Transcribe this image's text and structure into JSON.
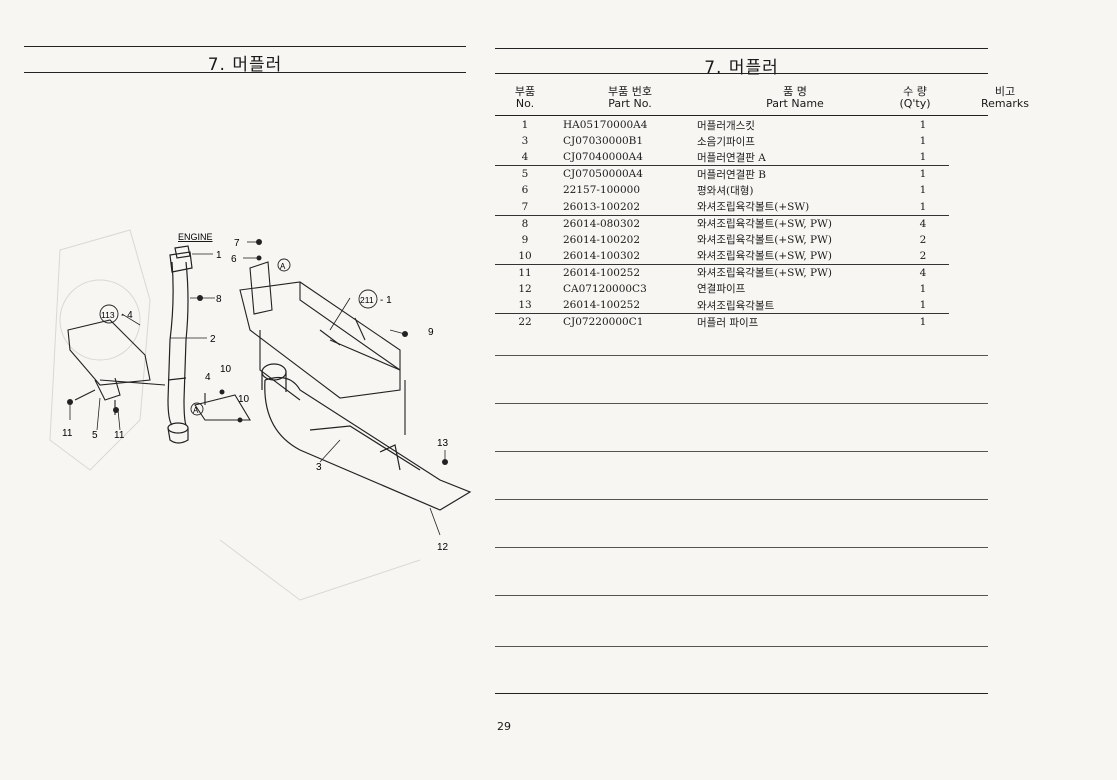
{
  "left_page": {
    "title": "7. 머플러",
    "callouts": {
      "engine": "ENGINE",
      "c1": "1",
      "c2": "2",
      "c3": "3",
      "c4": "4",
      "c5": "5",
      "c6": "6",
      "c7": "7",
      "c8": "8",
      "c9": "9",
      "c10a": "10",
      "c10b": "10",
      "c11a": "11",
      "c11b": "11",
      "c12": "12",
      "c13": "13",
      "ref113": "113",
      "ref113_suffix": "- 4",
      "ref211": "211",
      "ref211_suffix": "- 1",
      "markA": "A"
    }
  },
  "right_page": {
    "title": "7. 머플러",
    "headers": {
      "no_ko": "부품",
      "no_en": "No.",
      "part_ko": "부품  번호",
      "part_en": "Part   No.",
      "name_ko": "품          명",
      "name_en": "Part     Name",
      "qty_ko": "수  량",
      "qty_en": "(Q'ty)",
      "rem_ko": "비고",
      "rem_en": "Remarks"
    },
    "rows": [
      {
        "no": "1",
        "part": "HA05170000A4",
        "name": "머플러개스킷",
        "qty": "1"
      },
      {
        "no": "3",
        "part": "CJ07030000B1",
        "name": "소음기파이프",
        "qty": "1"
      },
      {
        "no": "4",
        "part": "CJ07040000A4",
        "name": "머플러연결판 A",
        "qty": "1"
      },
      {
        "no": "5",
        "part": "CJ07050000A4",
        "name": "머플러연결판 B",
        "qty": "1"
      },
      {
        "no": "6",
        "part": "22157-100000",
        "name": "평와셔(대형)",
        "qty": "1"
      },
      {
        "no": "7",
        "part": "26013-100202",
        "name": "와셔조립육각볼트(+SW)",
        "qty": "1"
      },
      {
        "no": "8",
        "part": "26014-080302",
        "name": "와셔조립육각볼트(+SW, PW)",
        "qty": "4"
      },
      {
        "no": "9",
        "part": "26014-100202",
        "name": "와셔조립육각볼트(+SW, PW)",
        "qty": "2"
      },
      {
        "no": "10",
        "part": "26014-100302",
        "name": "와셔조립육각볼트(+SW, PW)",
        "qty": "2"
      },
      {
        "no": "11",
        "part": "26014-100252",
        "name": "와셔조립육각볼트(+SW, PW)",
        "qty": "4"
      },
      {
        "no": "12",
        "part": "CA07120000C3",
        "name": "연결파이프",
        "qty": "1"
      },
      {
        "no": "13",
        "part": "26014-100252",
        "name": "와셔조립육각볼트",
        "qty": "1"
      },
      {
        "no": "22",
        "part": "CJ07220000C1",
        "name": "머플러 파이프",
        "qty": "1"
      }
    ],
    "page_number": "29"
  }
}
